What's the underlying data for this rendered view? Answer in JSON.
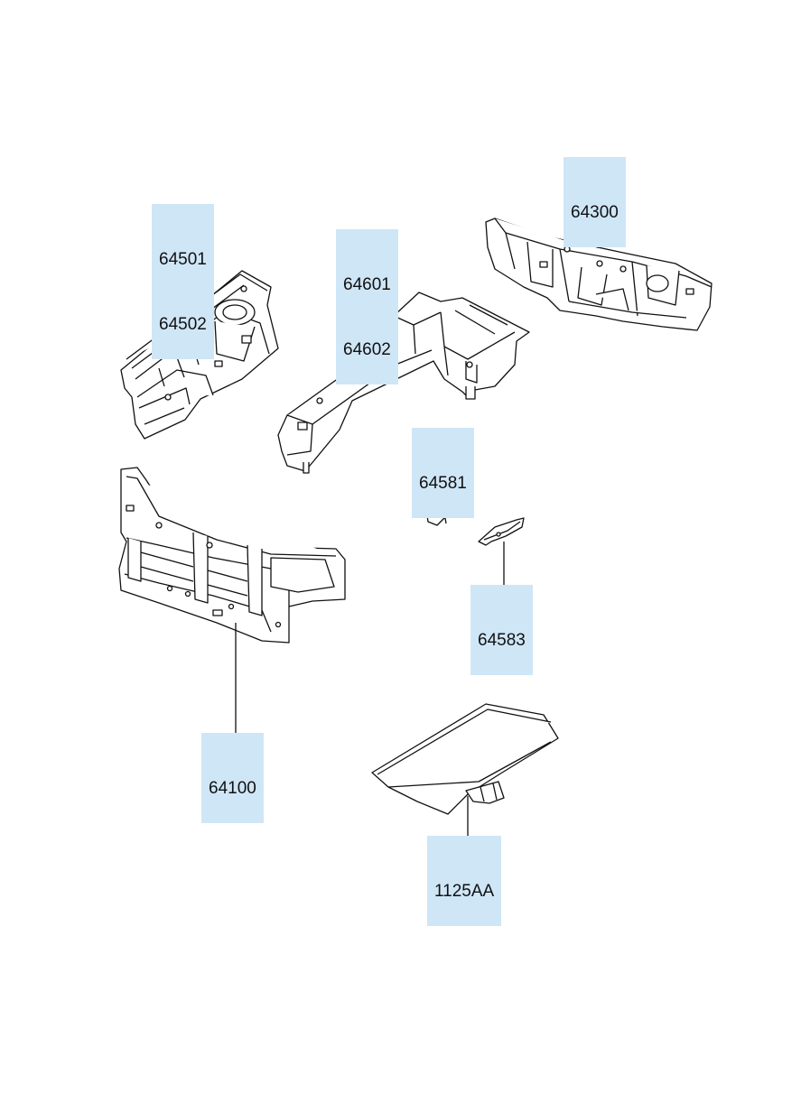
{
  "colors": {
    "label_background": "#cfe6f7",
    "line": "#111111",
    "part_fill": "#ffffff"
  },
  "parts": [
    {
      "id": "fender-apron-assembly",
      "labels": [
        "64501",
        "64502"
      ]
    },
    {
      "id": "front-side-member",
      "labels": [
        "64601",
        "64602"
      ]
    },
    {
      "id": "dash-panel",
      "labels": [
        "64300"
      ]
    },
    {
      "id": "radiator-support-panel",
      "labels": [
        "64100"
      ]
    },
    {
      "id": "bracket-upper",
      "labels": [
        "64581"
      ]
    },
    {
      "id": "bracket-lower",
      "labels": [
        "64583"
      ]
    },
    {
      "id": "insulator-pad",
      "labels": [
        "1125AA"
      ]
    }
  ]
}
